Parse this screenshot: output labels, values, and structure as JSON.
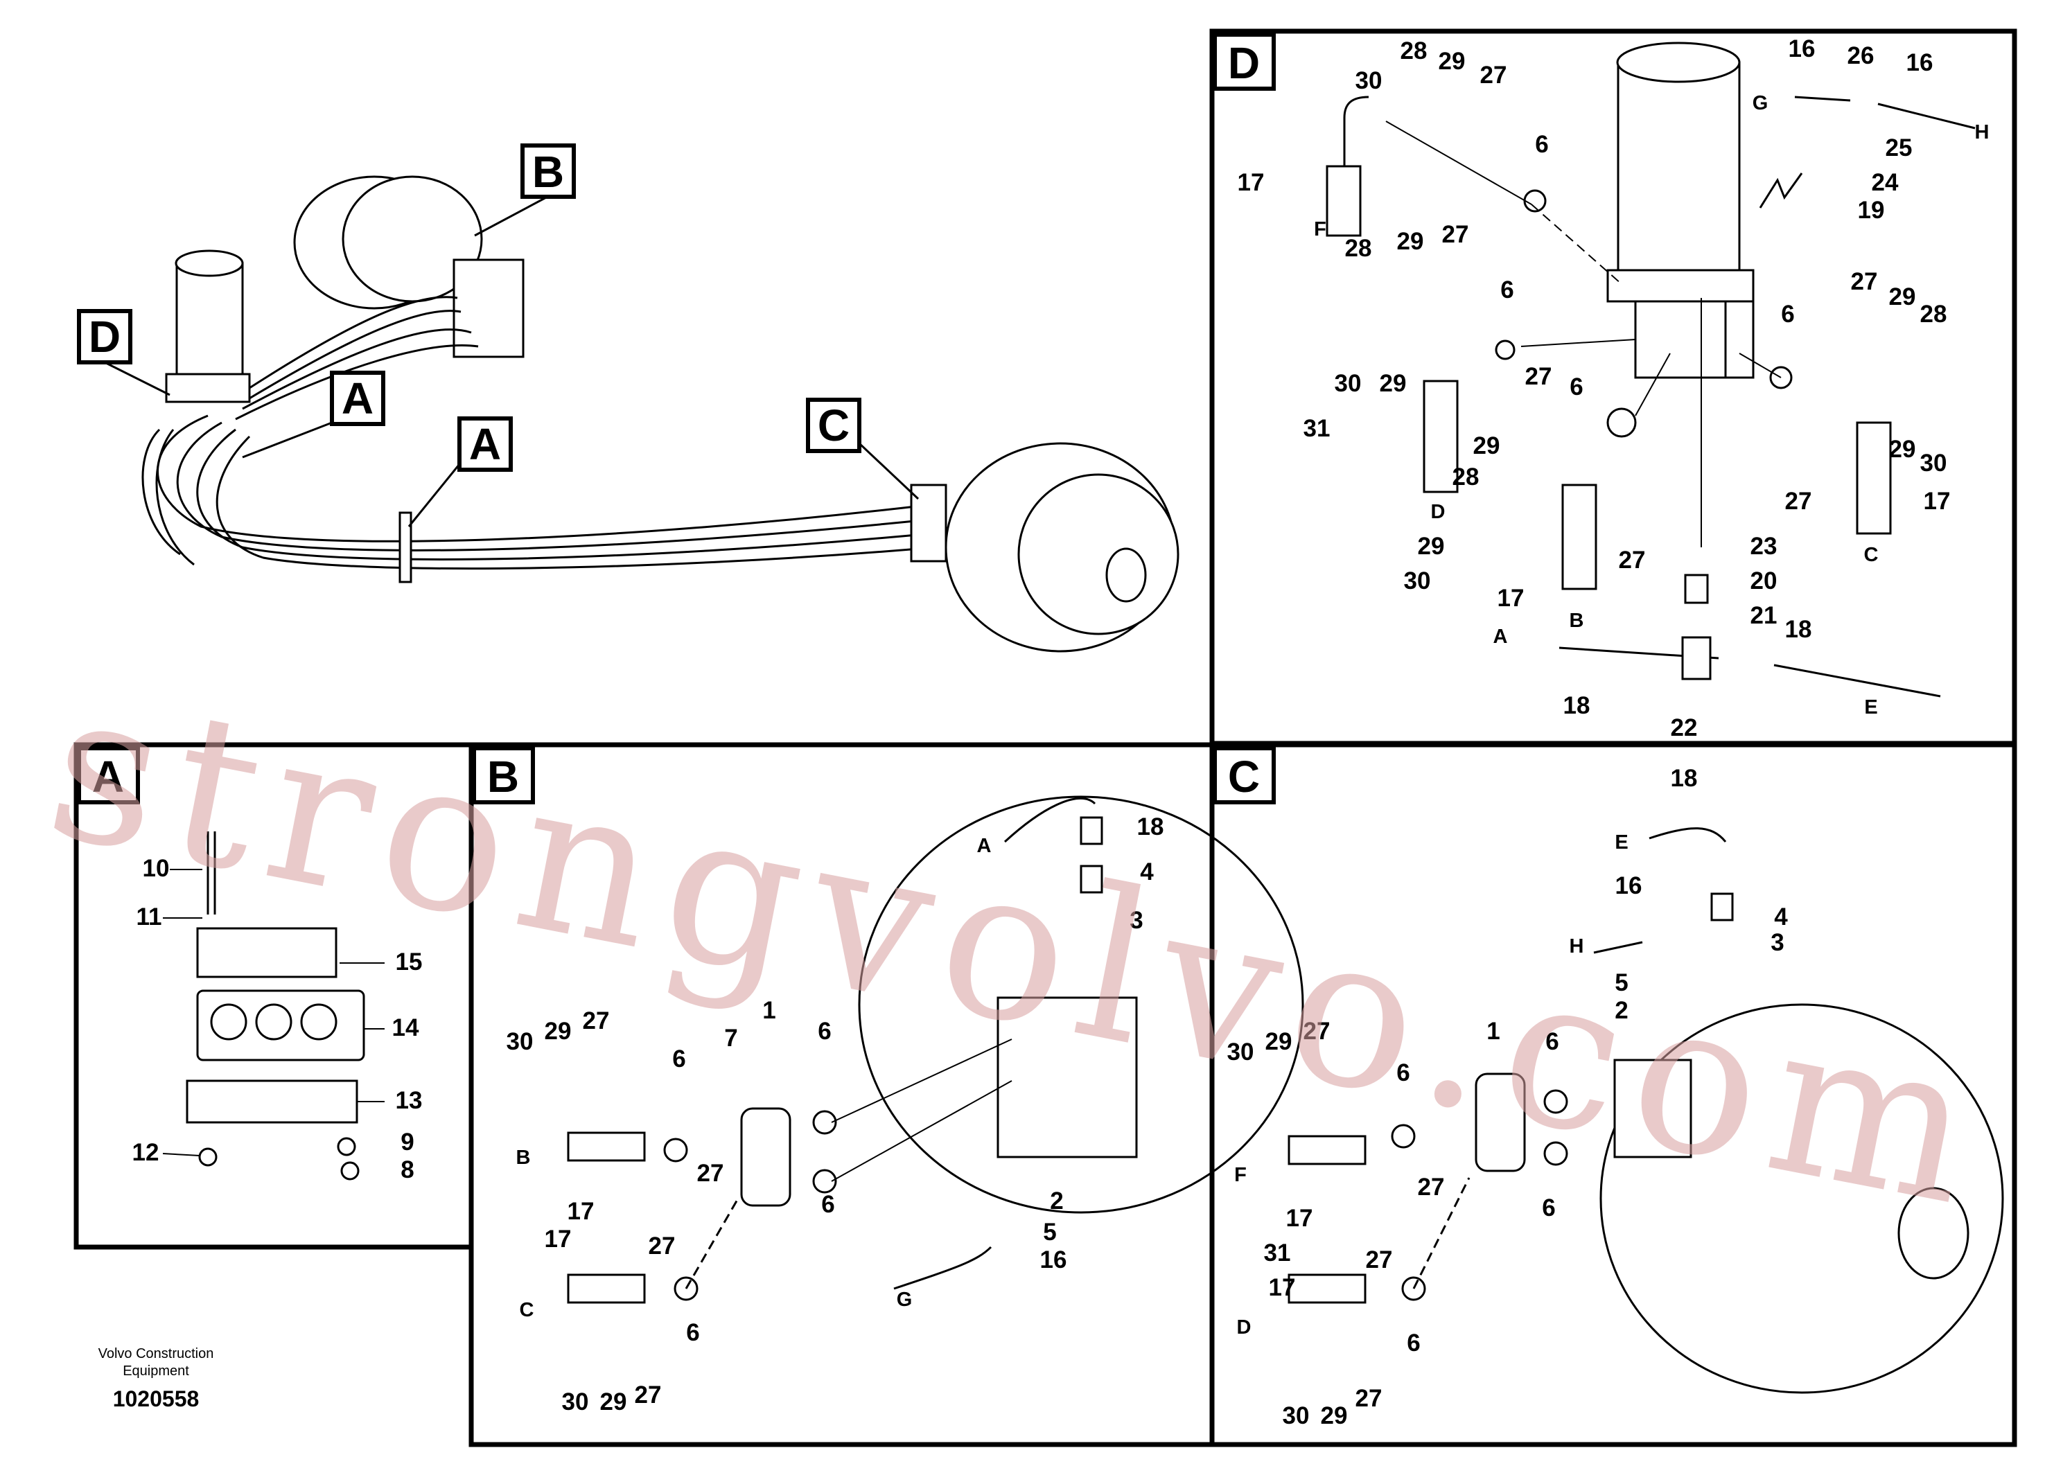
{
  "labels": {
    "A": "A",
    "B": "B",
    "C": "C",
    "D": "D",
    "E": "E",
    "F": "F",
    "G": "G",
    "H": "H",
    "n1": "1",
    "n2": "2",
    "n3": "3",
    "n4": "4",
    "n5": "5",
    "n6": "6",
    "n7": "7",
    "n8": "8",
    "n9": "9",
    "n10": "10",
    "n11": "11",
    "n12": "12",
    "n13": "13",
    "n14": "14",
    "n15": "15",
    "n16": "16",
    "n17": "17",
    "n18": "18",
    "n19": "19",
    "n20": "20",
    "n21": "21",
    "n22": "22",
    "n23": "23",
    "n24": "24",
    "n25": "25",
    "n26": "26",
    "n27": "27",
    "n28": "28",
    "n29": "29",
    "n30": "30",
    "n31": "31"
  },
  "footer": {
    "company_line1": "Volvo Construction",
    "company_line2": "Equipment",
    "drawing_number": "1020558"
  },
  "watermark": "strongvolvo.com",
  "colors": {
    "line": "#000000",
    "background": "#ffffff",
    "watermark": "#d8a0a0"
  }
}
